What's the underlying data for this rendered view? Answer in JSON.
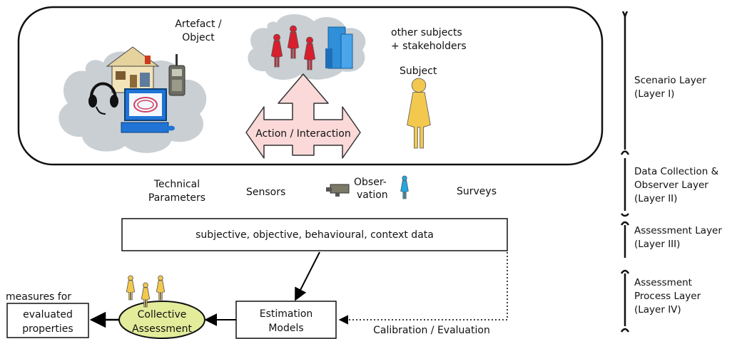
{
  "scenario": {
    "artefact": [
      "Artefact /",
      "Object"
    ],
    "others": [
      "other subjects",
      "+ stakeholders"
    ],
    "subject": "Subject",
    "action": "Action / Interaction"
  },
  "collection": {
    "technical": [
      "Technical",
      "Parameters"
    ],
    "sensors": "Sensors",
    "observation": [
      "Obser-",
      "vation"
    ],
    "surveys": "Surveys"
  },
  "data_box": "subjective, objective, behavioural, context data",
  "estimation": [
    "Estimation",
    "Models"
  ],
  "collective": [
    "Collective",
    "Assessment"
  ],
  "measures_for": "measures for",
  "evaluated": [
    "evaluated",
    "properties"
  ],
  "calibration": "Calibration / Evaluation",
  "layers": [
    {
      "lines": [
        "Scenario Layer",
        "(Layer I)"
      ]
    },
    {
      "lines": [
        "Data Collection &",
        "Observer Layer",
        "(Layer II)"
      ]
    },
    {
      "lines": [
        "Assessment Layer",
        "(Layer III)"
      ]
    },
    {
      "lines": [
        "Assessment",
        "Process Layer",
        "(Layer IV)"
      ]
    }
  ],
  "colors": {
    "cloud": "#c9cfd3",
    "person_red": "#d81f2e",
    "person_yellow": "#f2c84e",
    "person_blue": "#22a8e0",
    "arrow_fill": "#fbd9d9",
    "ellipse_fill": "#e2ec9a",
    "building": "#2f8fd8"
  }
}
